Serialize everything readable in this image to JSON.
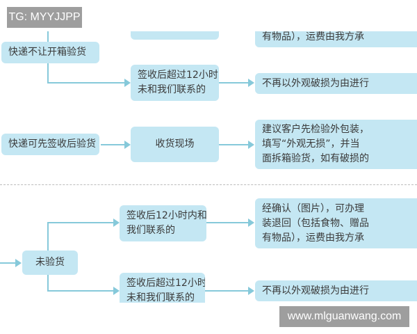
{
  "watermarks": {
    "top": "TG: MYYJJPP",
    "bottom": "www.mlguanwang.com"
  },
  "section1": {
    "top_right_partial": "有物品），运费由我方承",
    "condition": "快递不让开箱验货",
    "late_contact": "签收后超过12小时\n未和我们联系的",
    "late_result": "不再以外观破损为由进行"
  },
  "section2": {
    "condition": "快递可先签收后验货",
    "scene": "收货现场",
    "advice": "建议客户先检验外包装，\n填写“外观无损”，并当\n面拆箱验货，如有破损的"
  },
  "section3": {
    "condition": "未验货",
    "early_contact": "签收后12小时内和\n我们联系的",
    "early_result": "经确认（图片），可办理\n装退回（包括食物、赠品\n有物品），运费由我方承",
    "late_contact": "签收后超过12小时\n未和我们联系的",
    "late_result": "不再以外观破损为由进行"
  },
  "colors": {
    "box": "#c4e7f3",
    "connector": "#86c9da"
  }
}
